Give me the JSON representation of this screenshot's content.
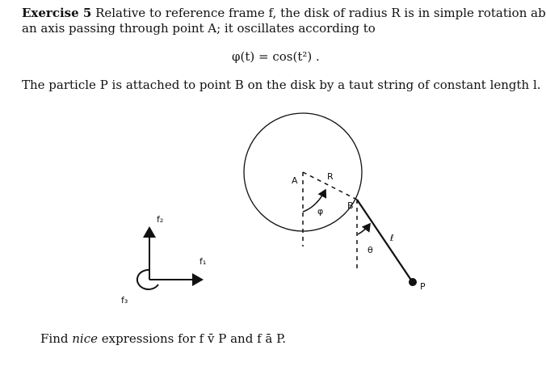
{
  "exercise": {
    "heading": "Exercise 5",
    "line1": "Relative to reference frame f, the disk of radius R is in simple rotation about",
    "line2": "an axis passing through point A; it oscillates according to",
    "equation": "φ(t) = cos(t²) .",
    "line3": "The particle P is attached to point B on the disk by a taut string of constant length l.",
    "question_prefix": "Find",
    "question_nice": "nice",
    "question_mid": "expressions for",
    "vel": "f v̄ P",
    "and": "and",
    "acc": "f ā P",
    "end": "."
  },
  "figure": {
    "labels": {
      "A": "A",
      "R": "R",
      "B": "B",
      "phi": "φ",
      "theta": "θ",
      "l": "ℓ",
      "P": "P",
      "f1": "f₁",
      "f2": "f₂",
      "f3": "f₃"
    }
  }
}
